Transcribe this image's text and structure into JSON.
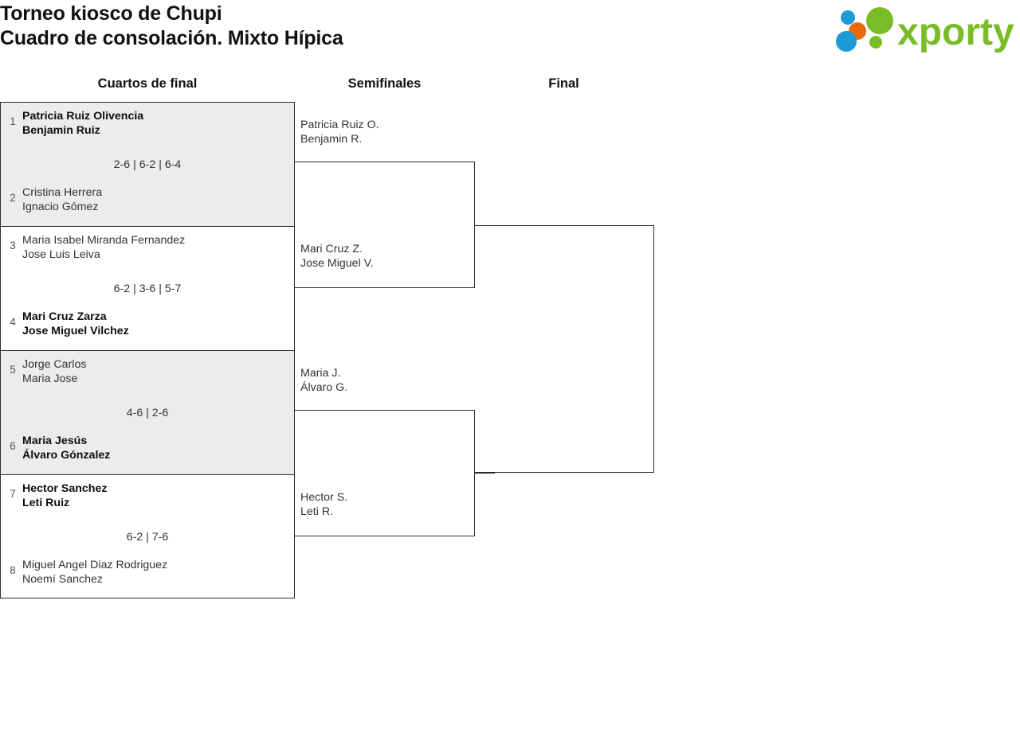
{
  "header": {
    "title_line1": "Torneo kiosco de Chupi",
    "title_line2": "Cuadro de consolación. Mixto Hípica",
    "logo": {
      "name": "xporty-logo",
      "wordmark": "xporty",
      "colors": {
        "green": "#79bc28",
        "blue": "#1b9ad6",
        "orange": "#e8690b"
      }
    }
  },
  "rounds": [
    {
      "label": "Cuartos de final"
    },
    {
      "label": "Semifinales"
    },
    {
      "label": "Final"
    }
  ],
  "colors": {
    "shaded_row": "#ececec",
    "border": "#2b2b2b",
    "text": "#333333",
    "winner_text": "#0d0d0d",
    "seed_text": "#555555"
  },
  "quarterfinals": [
    {
      "shaded": true,
      "top": {
        "seed": "1",
        "player1": "Patricia Ruiz Olivencia",
        "player2": "Benjamin Ruiz",
        "winner": true
      },
      "bottom": {
        "seed": "2",
        "player1": "Cristina Herrera",
        "player2": "Ignacio Gómez",
        "winner": false
      },
      "score": "2-6 | 6-2 | 6-4"
    },
    {
      "shaded": false,
      "top": {
        "seed": "3",
        "player1": "Maria Isabel Miranda Fernandez",
        "player2": "Jose Luis Leiva",
        "winner": false
      },
      "bottom": {
        "seed": "4",
        "player1": "Mari Cruz Zarza",
        "player2": "Jose Miguel Vilchez",
        "winner": true
      },
      "score": "6-2 | 3-6 | 5-7"
    },
    {
      "shaded": true,
      "top": {
        "seed": "5",
        "player1": "Jorge Carlos",
        "player2": "Maria Jose",
        "winner": false
      },
      "bottom": {
        "seed": "6",
        "player1": "Maria Jesús",
        "player2": "Álvaro Gónzalez",
        "winner": true
      },
      "score": "4-6 | 2-6"
    },
    {
      "shaded": false,
      "top": {
        "seed": "7",
        "player1": "Hector Sanchez",
        "player2": "Leti Ruiz",
        "winner": true
      },
      "bottom": {
        "seed": "8",
        "player1": "Miguel Angel Diaz Rodriguez",
        "player2": "Noemí Sanchez",
        "winner": false
      },
      "score": "6-2 | 7-6"
    }
  ],
  "semifinals": [
    {
      "top": {
        "player1": "Patricia Ruiz O.",
        "player2": "Benjamin R.",
        "winner": false
      },
      "bottom": {
        "player1": "Mari Cruz Z.",
        "player2": "Jose Miguel V.",
        "winner": false
      },
      "score": ""
    },
    {
      "top": {
        "player1": "Maria J.",
        "player2": "Álvaro G.",
        "winner": false
      },
      "bottom": {
        "player1": "Hector S.",
        "player2": "Leti R.",
        "winner": false
      },
      "score": ""
    }
  ],
  "final": {
    "top": {
      "player1": "",
      "player2": ""
    },
    "bottom": {
      "player1": "",
      "player2": ""
    },
    "score": ""
  }
}
